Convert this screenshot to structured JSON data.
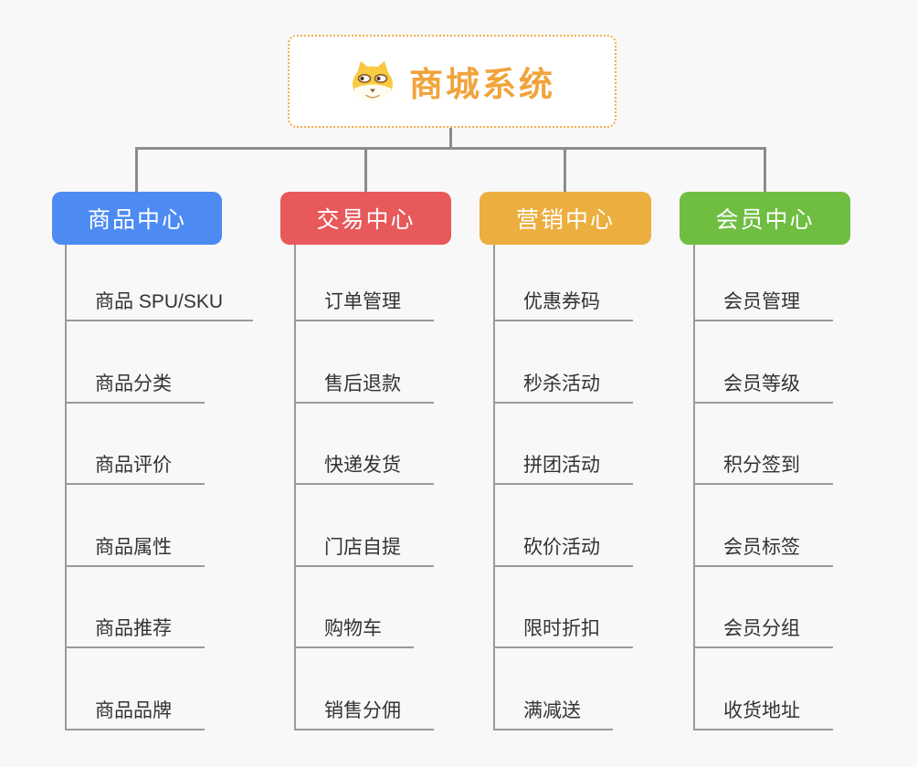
{
  "root": {
    "title": "商城系统",
    "icon": "dog-face-icon",
    "accent_color": "#F0A43C",
    "border_color": "#F3AC4A"
  },
  "branches": [
    {
      "label": "商品中心",
      "color": "#4D8BF3",
      "children": [
        "商品 SPU/SKU",
        "商品分类",
        "商品评价",
        "商品属性",
        "商品推荐",
        "商品品牌"
      ]
    },
    {
      "label": "交易中心",
      "color": "#E7595A",
      "children": [
        "订单管理",
        "售后退款",
        "快递发货",
        "门店自提",
        "购物车",
        "销售分佣"
      ]
    },
    {
      "label": "营销中心",
      "color": "#ECAE3E",
      "children": [
        "优惠券码",
        "秒杀活动",
        "拼团活动",
        "砍价活动",
        "限时折扣",
        "满减送"
      ]
    },
    {
      "label": "会员中心",
      "color": "#6FBE42",
      "children": [
        "会员管理",
        "会员等级",
        "积分签到",
        "会员标签",
        "会员分组",
        "收货地址"
      ]
    }
  ],
  "style": {
    "background": "#F8F8F8",
    "connector_color": "#8C8C8C",
    "underline_color": "#9A9A9A",
    "child_text_color": "#333333"
  }
}
